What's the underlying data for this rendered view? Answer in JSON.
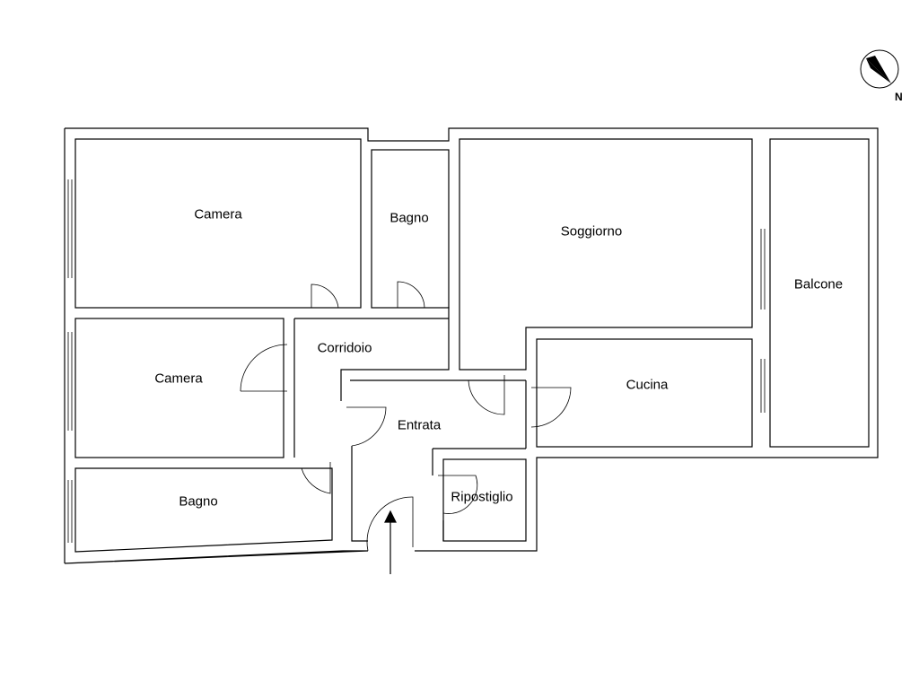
{
  "compass": {
    "label": "N",
    "icon": "north-arrow-icon"
  },
  "rooms": {
    "camera_1": "Camera",
    "bagno_1": "Bagno",
    "soggiorno": "Soggiorno",
    "balcone": "Balcone",
    "corridoio": "Corridoio",
    "camera_2": "Camera",
    "cucina": "Cucina",
    "entrata": "Entrata",
    "bagno_2": "Bagno",
    "ripostiglio": "Ripostiglio"
  },
  "colors": {
    "wall": "#000000",
    "background": "#ffffff"
  }
}
